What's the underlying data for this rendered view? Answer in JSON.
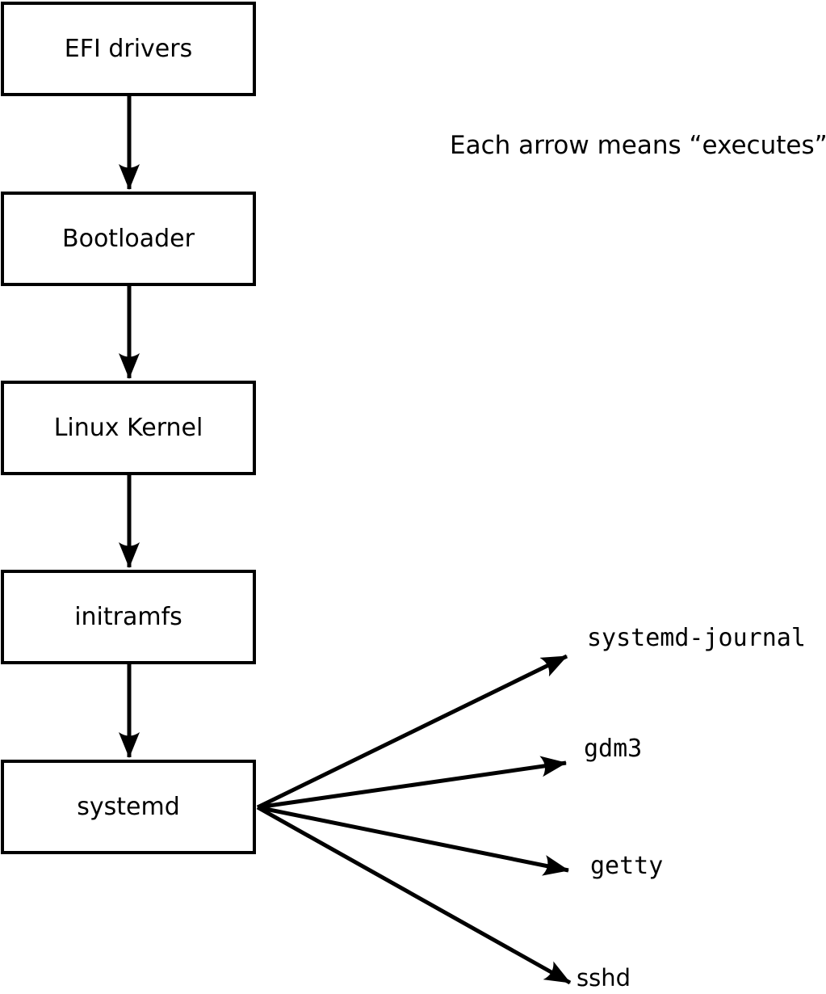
{
  "diagram": {
    "note": "Each arrow means “executes”.",
    "boot_chain": [
      {
        "label": "EFI drivers"
      },
      {
        "label": "Bootloader"
      },
      {
        "label": "Linux Kernel"
      },
      {
        "label": "initramfs"
      },
      {
        "label": "systemd"
      }
    ],
    "spawned_services": [
      {
        "label": "systemd-journal"
      },
      {
        "label": "gdm3"
      },
      {
        "label": "getty"
      },
      {
        "label": "sshd"
      }
    ],
    "colors": {
      "ink": "#000000",
      "paper": "#ffffff"
    }
  }
}
